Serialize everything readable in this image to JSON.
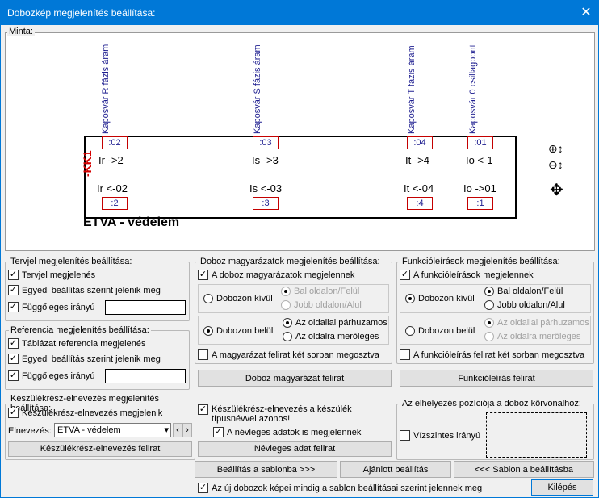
{
  "window": {
    "title": "Dobozkép megjelenítés beállítása:",
    "close": "✕"
  },
  "preview": {
    "label": "Minta:",
    "columns": [
      {
        "vertical": "Kaposvár R fázis áram",
        "top_pin": ":02",
        "sig_top": "Ir ->2",
        "sig_bot": "Ir <-02",
        "bot_pin": ":2"
      },
      {
        "vertical": "Kaposvár S fázis áram",
        "top_pin": ":03",
        "sig_top": "Is ->3",
        "sig_bot": "Is <-03",
        "bot_pin": ":3"
      },
      {
        "vertical": "Kaposvár T fázis áram",
        "top_pin": ":04",
        "sig_top": "It ->4",
        "sig_bot": "It <-04",
        "bot_pin": ":4"
      },
      {
        "vertical": "Kaposvár 0 csillagpont",
        "top_pin": ":01",
        "sig_top": "Io <-1",
        "sig_bot": "Io ->01",
        "bot_pin": ":1"
      }
    ],
    "device_ref": "-KK1",
    "device_name": "ETVA - védelem"
  },
  "tervjel": {
    "legend": "Tervjel megjelenítés beállítása:",
    "show": "Tervjel megjelenés",
    "individual": "Egyedi beállítás szerint jelenik meg",
    "vertical": "Függőleges irányú"
  },
  "referencia": {
    "legend": "Referencia megjelenítés beállítása:",
    "table": "Táblázat referencia megjelenés",
    "individual": "Egyedi beállítás szerint jelenik meg",
    "vertical": "Függőleges irányú"
  },
  "doboz": {
    "legend": "Doboz magyarázatok megjelenítés beállítása:",
    "show": "A doboz magyarázatok megjelennek",
    "outside": "Dobozon kívül",
    "out_opt1": "Bal oldalon/Felül",
    "out_opt2": "Jobb oldalon/Alul",
    "inside": "Dobozon belül",
    "in_opt1": "Az oldallal párhuzamos",
    "in_opt2": "Az oldalra merőleges",
    "tworows": "A magyarázat felirat két sorban megosztva",
    "button": "Doboz magyarázat felirat"
  },
  "funkcio": {
    "legend": "Funkcióleírások megjelenítés beállítása:",
    "show": "A funkcióleírások megjelennek",
    "outside": "Dobozon kívül",
    "out_opt1": "Bal oldalon/Felül",
    "out_opt2": "Jobb oldalon/Alul",
    "inside": "Dobozon belül",
    "in_opt1": "Az oldallal párhuzamos",
    "in_opt2": "Az oldalra merőleges",
    "tworows": "A funkcióleírás felirat két sorban megosztva",
    "button": "Funkcióleírás felirat"
  },
  "keszulek": {
    "legend": "Készülékrész-elnevezés megjelenítés beállítása:",
    "show": "Készülékrész-elnevezés megjelenik",
    "name_label": "Elnevezés:",
    "name_value": "ETVA - védelem",
    "button": "Készülékrész-elnevezés felirat",
    "type_same": "Készülékrész-elnevezés a készülék típusnévvel azonos!",
    "nominal": "A névleges adatok is megjelennek",
    "nominal_button": "Névleges adat felirat"
  },
  "position": {
    "legend": "Az elhelyezés pozíciója a doboz körvonalhoz:",
    "horizontal": "Vízszintes irányú"
  },
  "footer": {
    "to_template": "Beállítás a sablonba >>>",
    "recommended": "Ajánlott beállítás",
    "from_template": "<<< Sablon a beállításba",
    "always": "Az új dobozok képei mindig a sablon beállításai szerint jelennek meg",
    "exit": "Kilépés"
  }
}
